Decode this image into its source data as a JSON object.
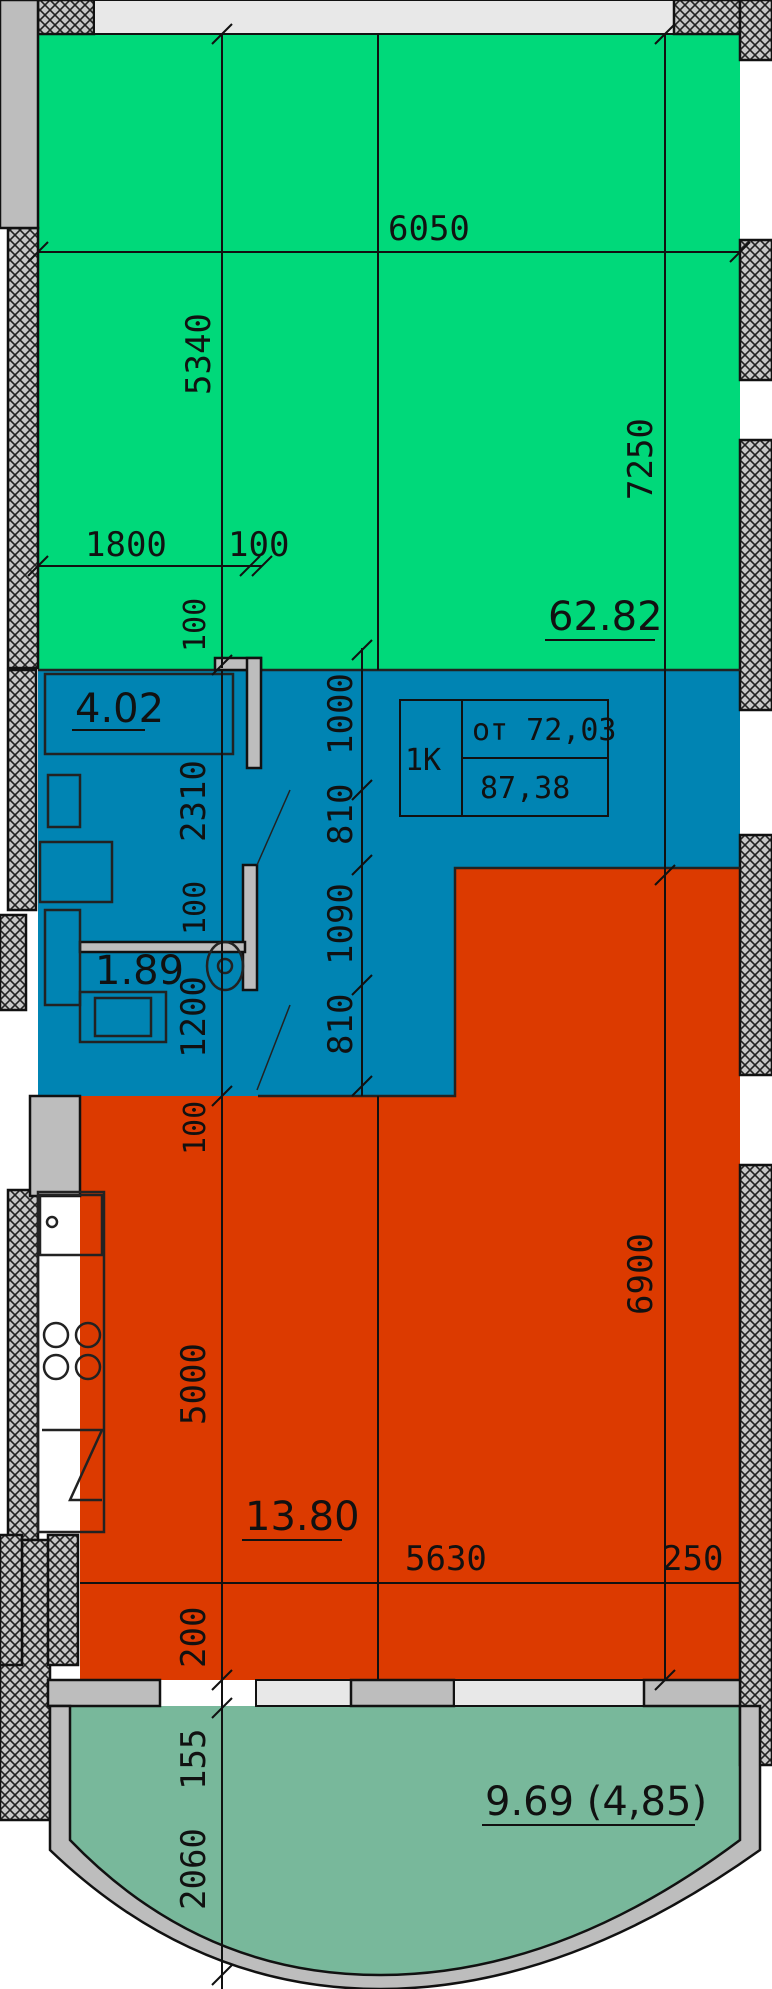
{
  "rooms": [
    {
      "id": "room-green",
      "area": "62.82",
      "color": "#00d97a"
    },
    {
      "id": "room-blue",
      "area": "4.02",
      "color": "#0084b3"
    },
    {
      "id": "room-wc",
      "area": "1.89",
      "color": "#0084b3"
    },
    {
      "id": "room-red",
      "area": "13.80",
      "color": "#dc3a00"
    },
    {
      "id": "balcony",
      "area": "9.69 (4,85)",
      "color": "#78b89b"
    }
  ],
  "info": {
    "type": "1K",
    "area_from": "от 72,03",
    "area_total": "87,38"
  },
  "dimensions": {
    "d6050": "6050",
    "d5340": "5340",
    "d7250": "7250",
    "d1800": "1800",
    "d100a": "100",
    "d100b": "100",
    "d2310": "2310",
    "d100c": "100",
    "d1200": "1200",
    "d1000": "1000",
    "d810a": "810",
    "d1090": "1090",
    "d810b": "810",
    "d100d": "100",
    "d5000": "5000",
    "d6900": "6900",
    "d5630": "5630",
    "d250": "250",
    "d200": "200",
    "d2060": "2060",
    "d155": "155"
  }
}
